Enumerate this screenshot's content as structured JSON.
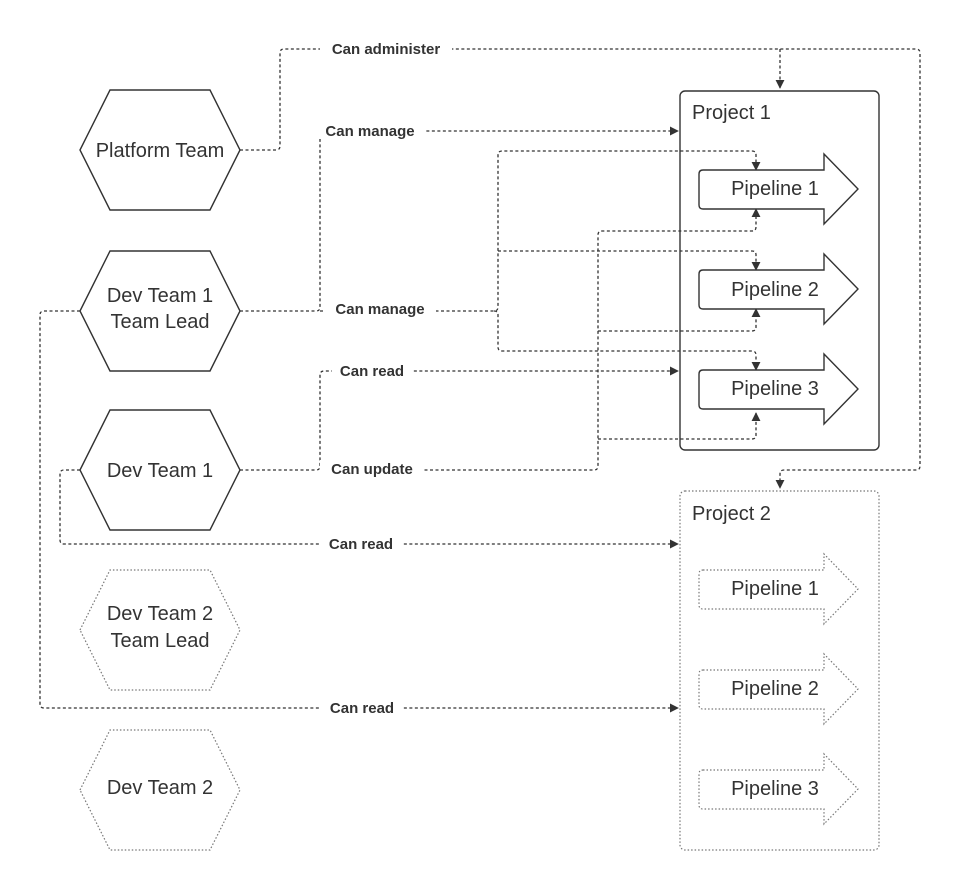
{
  "teams": {
    "platform": {
      "label": "Platform Team"
    },
    "dev1_lead": {
      "line1": "Dev Team 1",
      "line2": "Team Lead"
    },
    "dev1": {
      "label": "Dev Team 1"
    },
    "dev2_lead": {
      "line1": "Dev Team 2",
      "line2": "Team Lead"
    },
    "dev2": {
      "label": "Dev Team 2"
    }
  },
  "projects": {
    "p1": {
      "title": "Project 1",
      "pipelines": [
        "Pipeline 1",
        "Pipeline 2",
        "Pipeline 3"
      ]
    },
    "p2": {
      "title": "Project 2",
      "pipelines": [
        "Pipeline 1",
        "Pipeline 2",
        "Pipeline 3"
      ]
    }
  },
  "edges": {
    "administer": "Can administer",
    "manage_project": "Can manage",
    "manage_pipelines": "Can manage",
    "read_project1": "Can read",
    "update_pipelines": "Can update",
    "read_project2_dev1": "Can read",
    "read_project2_lead": "Can read"
  }
}
